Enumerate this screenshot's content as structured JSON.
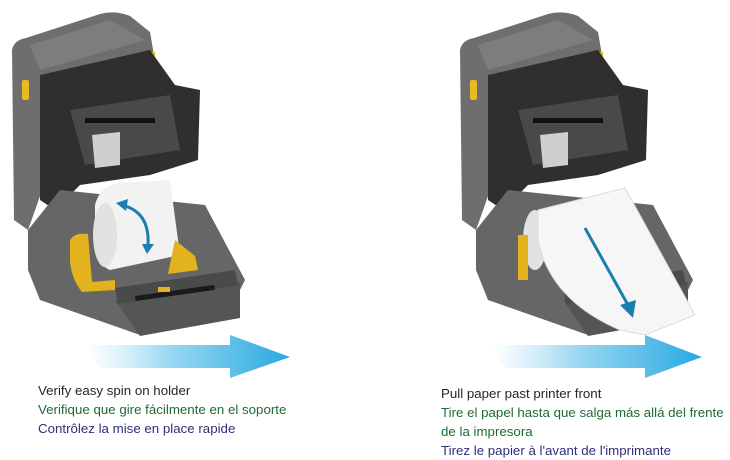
{
  "steps": [
    {
      "illustration": "printer-open-media-roll-spin",
      "caption_en": "Verify easy spin on holder",
      "caption_es": "Verifique que gire fácilmente en el soporte",
      "caption_fr": "Contrôlez la mise en place rapide"
    },
    {
      "illustration": "printer-open-pull-paper-front",
      "caption_en": "Pull paper past printer front",
      "caption_es": "Tire el papel hasta que salga más allá del frente de la impresora",
      "caption_fr": "Tirez le papier à l'avant de l'imprimante"
    }
  ],
  "colors": {
    "body": "#6b6b6b",
    "dark": "#3a3a3a",
    "yellow": "#e8b923",
    "arrow": "#1a8fc4",
    "paper": "#f4f4f4",
    "en": "#262626",
    "es": "#1d6b35",
    "fr": "#2e2f7c"
  }
}
